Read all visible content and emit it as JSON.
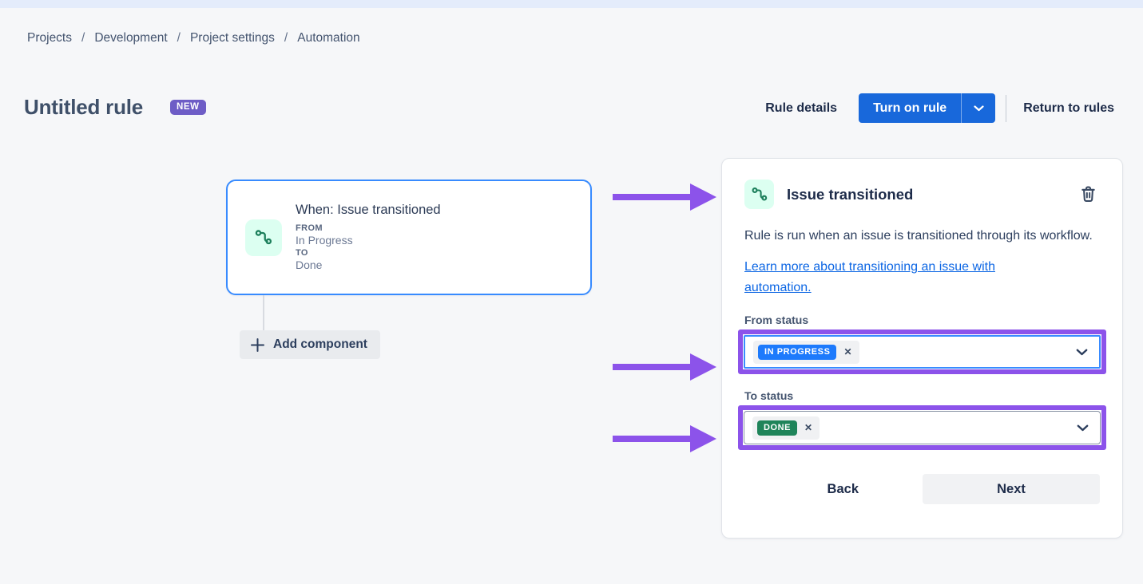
{
  "breadcrumb": {
    "separator": "/",
    "items": [
      "Projects",
      "Development",
      "Project settings",
      "Automation"
    ]
  },
  "header": {
    "title": "Untitled rule",
    "badge": "NEW",
    "rule_details_label": "Rule details",
    "turn_on_rule_label": "Turn on rule",
    "return_to_rules_label": "Return to rules"
  },
  "canvas": {
    "trigger_card": {
      "title": "When: Issue transitioned",
      "from_label": "FROM",
      "from_value": "In Progress",
      "to_label": "TO",
      "to_value": "Done"
    },
    "add_component_label": "Add component"
  },
  "panel": {
    "title": "Issue transitioned",
    "description": "Rule is run when an issue is transitioned through its workflow.",
    "link_text": "Learn more about transitioning an issue with automation.",
    "from_status": {
      "label": "From status",
      "value": "IN PROGRESS"
    },
    "to_status": {
      "label": "To status",
      "value": "DONE"
    },
    "remove_icon": "✕",
    "back_label": "Back",
    "next_label": "Next"
  },
  "colors": {
    "primary_button": "#1868DB",
    "focus_border": "#388BFF",
    "link": "#0C66E4",
    "badge_purple": "#6E5DC6",
    "annotation_purple": "#8C53EA",
    "lozenge_blue": "#1D7AFC",
    "lozenge_green": "#1F845A",
    "icon_green_bg": "#DCFFF1",
    "icon_green": "#1C7F5B",
    "page_bg": "#F6F7F9",
    "top_strip": "#E4ECFB"
  }
}
